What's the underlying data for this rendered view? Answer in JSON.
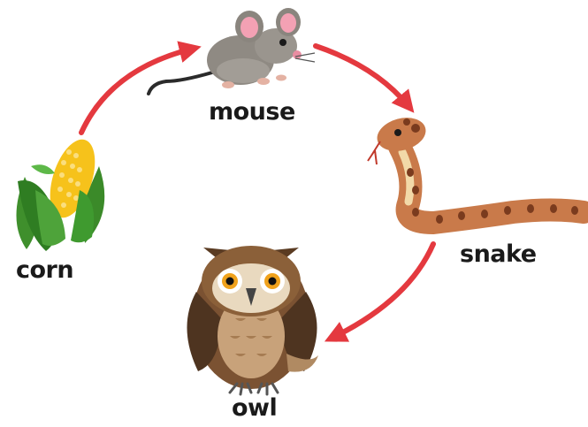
{
  "organisms": [
    {
      "id": "corn",
      "label": "corn",
      "icon": "corn-icon"
    },
    {
      "id": "mouse",
      "label": "mouse",
      "icon": "mouse-icon"
    },
    {
      "id": "snake",
      "label": "snake",
      "icon": "snake-icon"
    },
    {
      "id": "owl",
      "label": "owl",
      "icon": "owl-icon"
    }
  ],
  "arrows": [
    {
      "from": "corn",
      "to": "mouse"
    },
    {
      "from": "mouse",
      "to": "snake"
    },
    {
      "from": "snake",
      "to": "owl"
    }
  ],
  "colors": {
    "arrow": "#e4393f",
    "label": "#1a1a1a",
    "background": "#ffffff"
  }
}
